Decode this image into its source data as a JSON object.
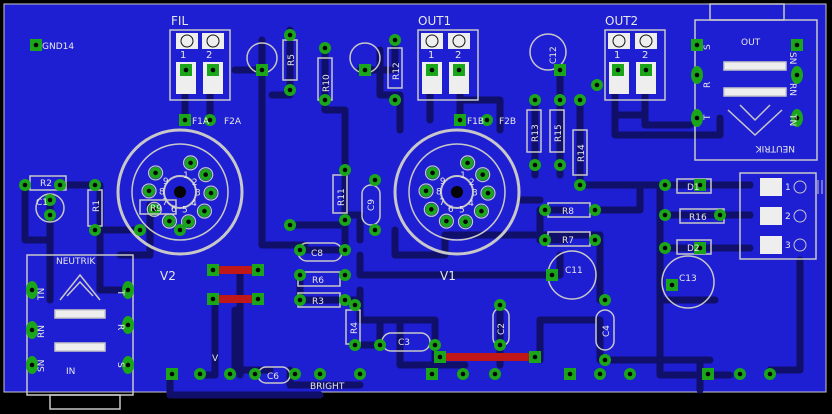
{
  "board": {
    "colors": {
      "background": "#000000",
      "copper": "#1e1ed2",
      "trace": "#10106a",
      "pad": "#1aa51a",
      "silk": "#c8c8c8",
      "jumper": "#c01818",
      "hole": "#050505"
    },
    "labels": {
      "gnd": "GND14",
      "fil": "FIL",
      "out1": "OUT1",
      "out2": "OUT2",
      "out": "OUT",
      "sn": "SN",
      "rn": "RN",
      "tn": "TN",
      "s": "S",
      "r": "R",
      "t": "T",
      "neutrik": "NEUTRIK",
      "neutrik2": "NEUTRIK",
      "in": "IN",
      "v1": "V1",
      "v2": "V2",
      "bright": "BRIGHT",
      "f1a": "F1A",
      "f2a": "F2A",
      "f1b": "F1B",
      "f2b": "F2B",
      "r1": "R1",
      "r2": "R2",
      "r3": "R3",
      "r4": "R4",
      "r5": "R5",
      "r6": "R6",
      "r7": "R7",
      "r8": "R8",
      "r9": "R9",
      "r10": "R10",
      "r11": "R11",
      "r12": "R12",
      "r13": "R13",
      "r14": "R14",
      "r15": "R15",
      "r16": "R16",
      "c1": "C1",
      "c2": "C2",
      "c3": "C3",
      "c4": "C4",
      "c6": "C6",
      "c8": "C8",
      "c9": "C9",
      "c11": "C11",
      "c12": "C12",
      "c13": "C13",
      "d1": "D1",
      "d2": "D2",
      "v": "V",
      "num1": "1",
      "num2": "2",
      "num3": "3"
    },
    "tube_pins": [
      "1",
      "2",
      "3",
      "4",
      "5",
      "6",
      "7",
      "8",
      "9"
    ]
  }
}
